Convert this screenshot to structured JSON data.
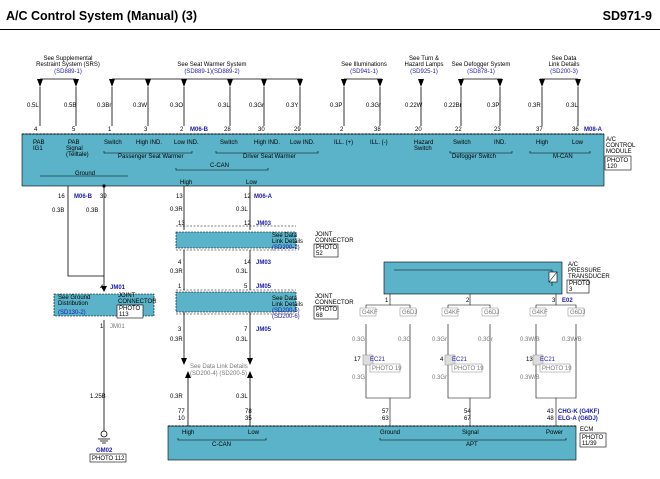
{
  "header": {
    "title": "A/C Control System (Manual) (3)",
    "code": "SD971-9"
  },
  "refs": {
    "srs": [
      "See Supplemental",
      "Restraint System (SRS)",
      "(SD889-1)"
    ],
    "seat": [
      "See Seat Warmer System",
      "(SD889-1)(SD889-2)"
    ],
    "illum": [
      "See Illuminations",
      "(SD941-1)"
    ],
    "turn": [
      "See Turn &",
      "Hazard Lamps",
      "(SD925-1)"
    ],
    "defog": [
      "See Defogger System",
      "(SD878-1)"
    ],
    "dld": [
      "See Data",
      "Link Details",
      "(SD200-3)"
    ]
  },
  "top_wires": [
    "0.5L",
    "0.5B",
    "0.3Br",
    "0.3W",
    "0.3O",
    "0.3L",
    "0.3Gr",
    "0.3Y",
    "0.3P",
    "0.3Gr",
    "0.22W",
    "0.22Br",
    "0.3P",
    "0.3R",
    "0.3L"
  ],
  "top_pins": [
    "4",
    "5",
    "1",
    "3",
    "2",
    "28",
    "30",
    "29",
    "2",
    "38",
    "20",
    "22",
    "23",
    "37",
    "36"
  ],
  "connectors": {
    "m06b": "M06-B",
    "m08a": "M08-A",
    "m06a": "M06-A",
    "m06b2": "M06-B",
    "jm03": "JM03",
    "jm05": "JM05",
    "jm01": "JM01",
    "e02": "E02"
  },
  "module": {
    "labels_top": [
      "PAB",
      "IG1",
      "PAB",
      "Signal",
      "(Telltale)",
      "Switch",
      "High IND.",
      "Low IND.",
      "Switch",
      "High IND.",
      "Low IND.",
      "ILL. (+)",
      "ILL. (-)",
      "Hazard",
      "Switch",
      "Switch",
      "IND.",
      "High",
      "Low"
    ],
    "groups": [
      "Passenger Seat Warmer",
      "Driver Seat Warmer",
      "Defogger Switch",
      "M-CAN"
    ],
    "name": [
      "A/C",
      "CONTROL",
      "MODULE"
    ],
    "photo": [
      "PHOTO",
      "120"
    ],
    "ground": "Ground",
    "ccan": "C-CAN",
    "ccan_high": "High",
    "ccan_low": "Low"
  },
  "mid_wires": {
    "w16": "16",
    "w39": "39",
    "m06b": "M06-B",
    "b1": "0.3B",
    "b2": "0.3B",
    "r1": "0.3R",
    "l1": "0.3L",
    "p13": "13",
    "p12": "12",
    "p4": "4",
    "p14": "14",
    "p1": "1",
    "p5": "5",
    "p3": "3",
    "p7": "7",
    "r2": "0.3R",
    "l2": "0.3L",
    "r3": "0.3R",
    "l3": "0.3L"
  },
  "joint1": {
    "name": [
      "JOINT",
      "CONNECTOR"
    ],
    "photo": [
      "PHOTO",
      "52"
    ],
    "see": [
      "See Data",
      "Link Details",
      "(SD200-2)"
    ]
  },
  "joint2": {
    "name": [
      "JOINT",
      "CONNECTOR"
    ],
    "photo": [
      "PHOTO",
      "68"
    ],
    "see": [
      "See Data",
      "Link Details",
      "(SD200-5)",
      "(SD200-6)"
    ]
  },
  "joint3": {
    "name": [
      "JOINT",
      "CONNECTOR"
    ],
    "photo": [
      "PHOTO",
      "113"
    ],
    "see": [
      "See Ground",
      "Distribution",
      "(SD130-2)"
    ]
  },
  "see_dld_bottom": [
    "See Data Link Details",
    "(SD200-4) (SD200-5)"
  ],
  "transducer": {
    "name": [
      "A/C",
      "PRESSURE",
      "TRANSDUCER"
    ],
    "photo": [
      "PHOTO",
      "3"
    ],
    "pins": [
      "1",
      "2",
      "3"
    ]
  },
  "g4kf": "G4KF",
  "g6dj": "G6DJ",
  "ec21": "EC21",
  "photo19": "PHOTO 19",
  "pt_wires": [
    "0.3G",
    "0.3G",
    "0.3Gr",
    "0.3Gr",
    "0.3W/B",
    "0.3W/B",
    "0.3G",
    "0.3Gr",
    "0.3W/B"
  ],
  "pt_pins": [
    "17",
    "4",
    "13"
  ],
  "ground": {
    "wire": "1.25B",
    "code": "GM02",
    "photo": "PHOTO 112",
    "pin": "1"
  },
  "ecm": {
    "pins_left": [
      "77",
      "78",
      "10",
      "35"
    ],
    "pins_mid": [
      "57",
      "54",
      "63",
      "67"
    ],
    "pins_right": [
      "43",
      "48"
    ],
    "chg": "CHG-K (G4KF)",
    "elg": "ELG-A (G6DJ)",
    "labels": [
      "High",
      "Low",
      "Ground",
      "Signal",
      "Power"
    ],
    "groups": [
      "C-CAN",
      "APT"
    ],
    "name": "ECM",
    "photo": [
      "PHOTO",
      "11/39"
    ]
  }
}
